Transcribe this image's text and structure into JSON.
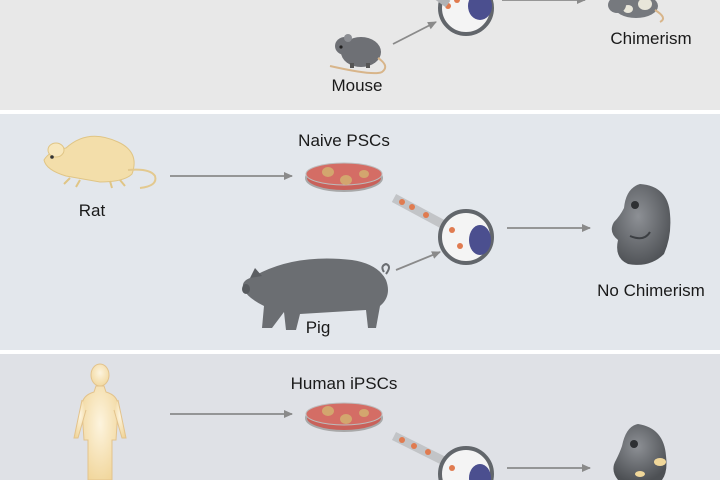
{
  "colors": {
    "panel_top": "#e8e8e8",
    "panel_middle": "#e3e7ec",
    "panel_bottom": "#dfe1e6",
    "panel_divider": "#ffffff",
    "arrow": "#8a8a8a",
    "rat_fill": "#f3deaa",
    "human_fill": "#f6e2b0",
    "pig_fill": "#6b6e72",
    "mouse_fill": "#6e7075",
    "dish_fill": "#c9615a",
    "embryo_fill": "#5f6266",
    "blastocyst_cells": "#4b4f8f"
  },
  "panels": {
    "top": {
      "source_label": "Mouse",
      "outcome_label": "Chimerism"
    },
    "middle": {
      "donor_label": "Rat",
      "cells_label": "Naive PSCs",
      "host_label": "Pig",
      "outcome_label": "No Chimerism"
    },
    "bottom": {
      "cells_label": "Human iPSCs"
    }
  }
}
